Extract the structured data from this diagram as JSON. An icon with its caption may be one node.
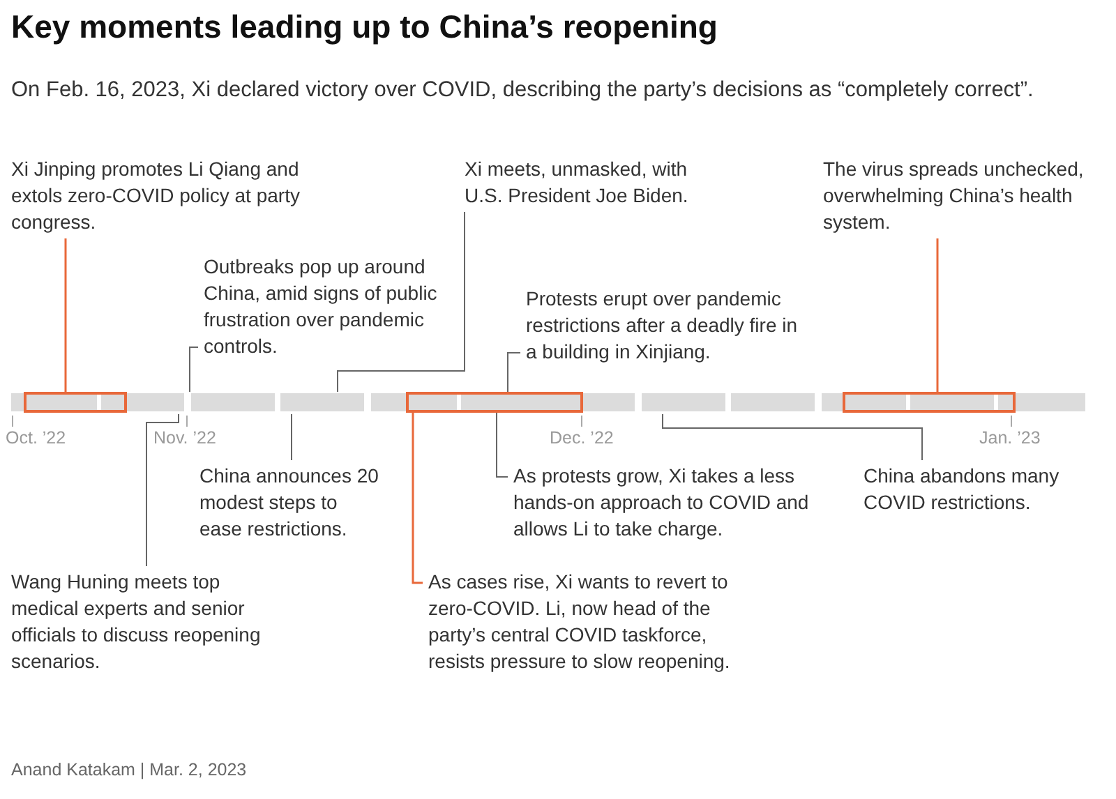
{
  "diagram": {
    "title": "Key moments leading up to China’s reopening",
    "nodes": [
      {
        "text": [
          "Xi Jinping promotes Li Qiang and extols zero-COVID policy at party congress."
        ]
      },
      {
        "text": [
          "Outbreaks pop up around China, amid signs of public frustration over pandemic controls."
        ]
      },
      {
        "text": [
          "Xi meets, unmasked, with U.S. President Joe Biden."
        ]
      },
      {
        "text": [
          "Protests erupt over pandemic restrictions after a deadly fire in a building in Xinjiang."
        ]
      },
      {
        "text": [
          "The virus spreads unchecked, overwhelming China’s health system."
        ]
      },
      {
        "text": [
          "Wang Huning meets top medical experts and senior officials to discuss reopening scenarios."
        ]
      },
      {
        "text": [
          "China announces 20 modest steps to ease restrictions."
        ]
      },
      {
        "text": [
          "As protests grow, Xi takes a less hands-on approach to COVID and allows Li to take charge."
        ]
      },
      {
        "text": [
          "As cases rise, Xi wants to revert to zero-COVID. Li, now head of the party’s central COVID taskforce, resists pressure to slow reopening."
        ]
      },
      {
        "text": [
          "China abandons many COVID restrictions."
        ]
      },
      {
        "text": [],
        "shape": "bar"
      },
      {
        "text": [],
        "shape": "bar"
      },
      {
        "text": [],
        "shape": "bar"
      }
    ],
    "edges": [
      {
        "from": 0,
        "to": 10,
        "arrow": "none",
        "color": "#e8683a"
      },
      {
        "from": 1,
        "to": null,
        "arrow": "none"
      },
      {
        "from": 2,
        "to": null,
        "arrow": "none"
      },
      {
        "from": 3,
        "to": 11,
        "arrow": "none"
      },
      {
        "from": 4,
        "to": 12,
        "arrow": "none",
        "color": "#e8683a"
      },
      {
        "from": 5,
        "to": null,
        "arrow": "none"
      },
      {
        "from": 6,
        "to": null,
        "arrow": "none"
      },
      {
        "from": 7,
        "to": 11,
        "arrow": "none"
      },
      {
        "from": 8,
        "to": 11,
        "arrow": "none",
        "color": "#e8683a"
      },
      {
        "from": 9,
        "to": null,
        "arrow": "none"
      }
    ],
    "labels": [
      "On Feb. 16, 2023, Xi declared victory over COVID, describing the party’s decisions as “completely correct”.",
      "Oct. ’22",
      "Nov. ’22",
      "Dec. ’22",
      "Jan. ’23",
      "Anand Katakam | Mar. 2, 2023"
    ]
  }
}
